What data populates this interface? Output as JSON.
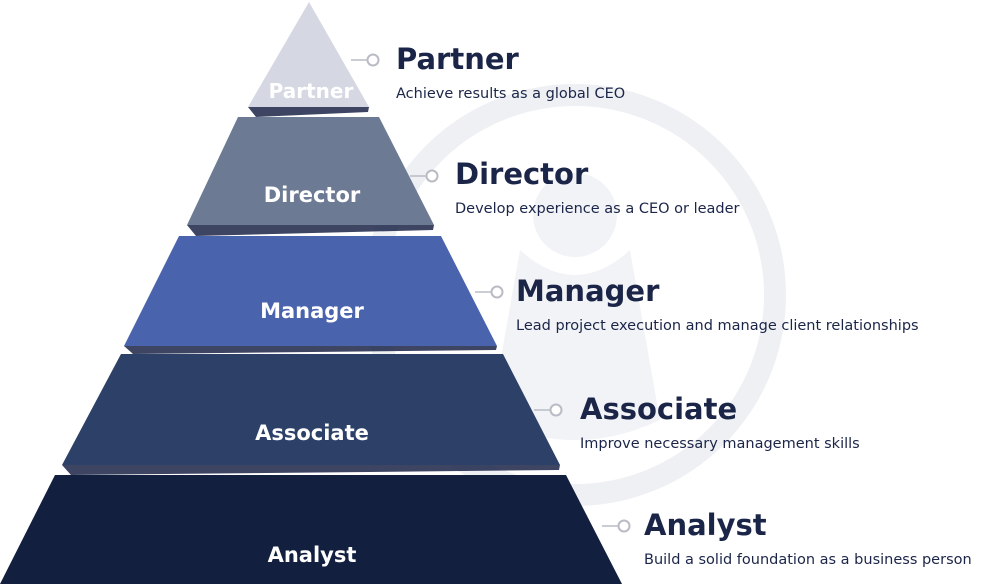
{
  "colors": {
    "text_dark": "#1b2548",
    "connector": "#b9bcc4",
    "watermark": "#eef0f3"
  },
  "tiers": [
    {
      "name": "Partner",
      "title": "Partner",
      "description": "Achieve results as a global CEO",
      "color": "#d5d8e2",
      "label_color": "#1b2548"
    },
    {
      "name": "Director",
      "title": "Director",
      "description": "Develop experience as a CEO or leader",
      "color": "#6c7a93",
      "label_color": "#ffffff"
    },
    {
      "name": "Manager",
      "title": "Manager",
      "description": "Lead project execution and manage client relationships",
      "color": "#4a63ad",
      "label_color": "#ffffff"
    },
    {
      "name": "Associate",
      "title": "Associate",
      "description": "Improve necessary management skills",
      "color": "#2c4068",
      "label_color": "#ffffff"
    },
    {
      "name": "Analyst",
      "title": "Analyst",
      "description": "Build a solid foundation as a business person",
      "color": "#121f3f",
      "label_color": "#ffffff"
    }
  ]
}
